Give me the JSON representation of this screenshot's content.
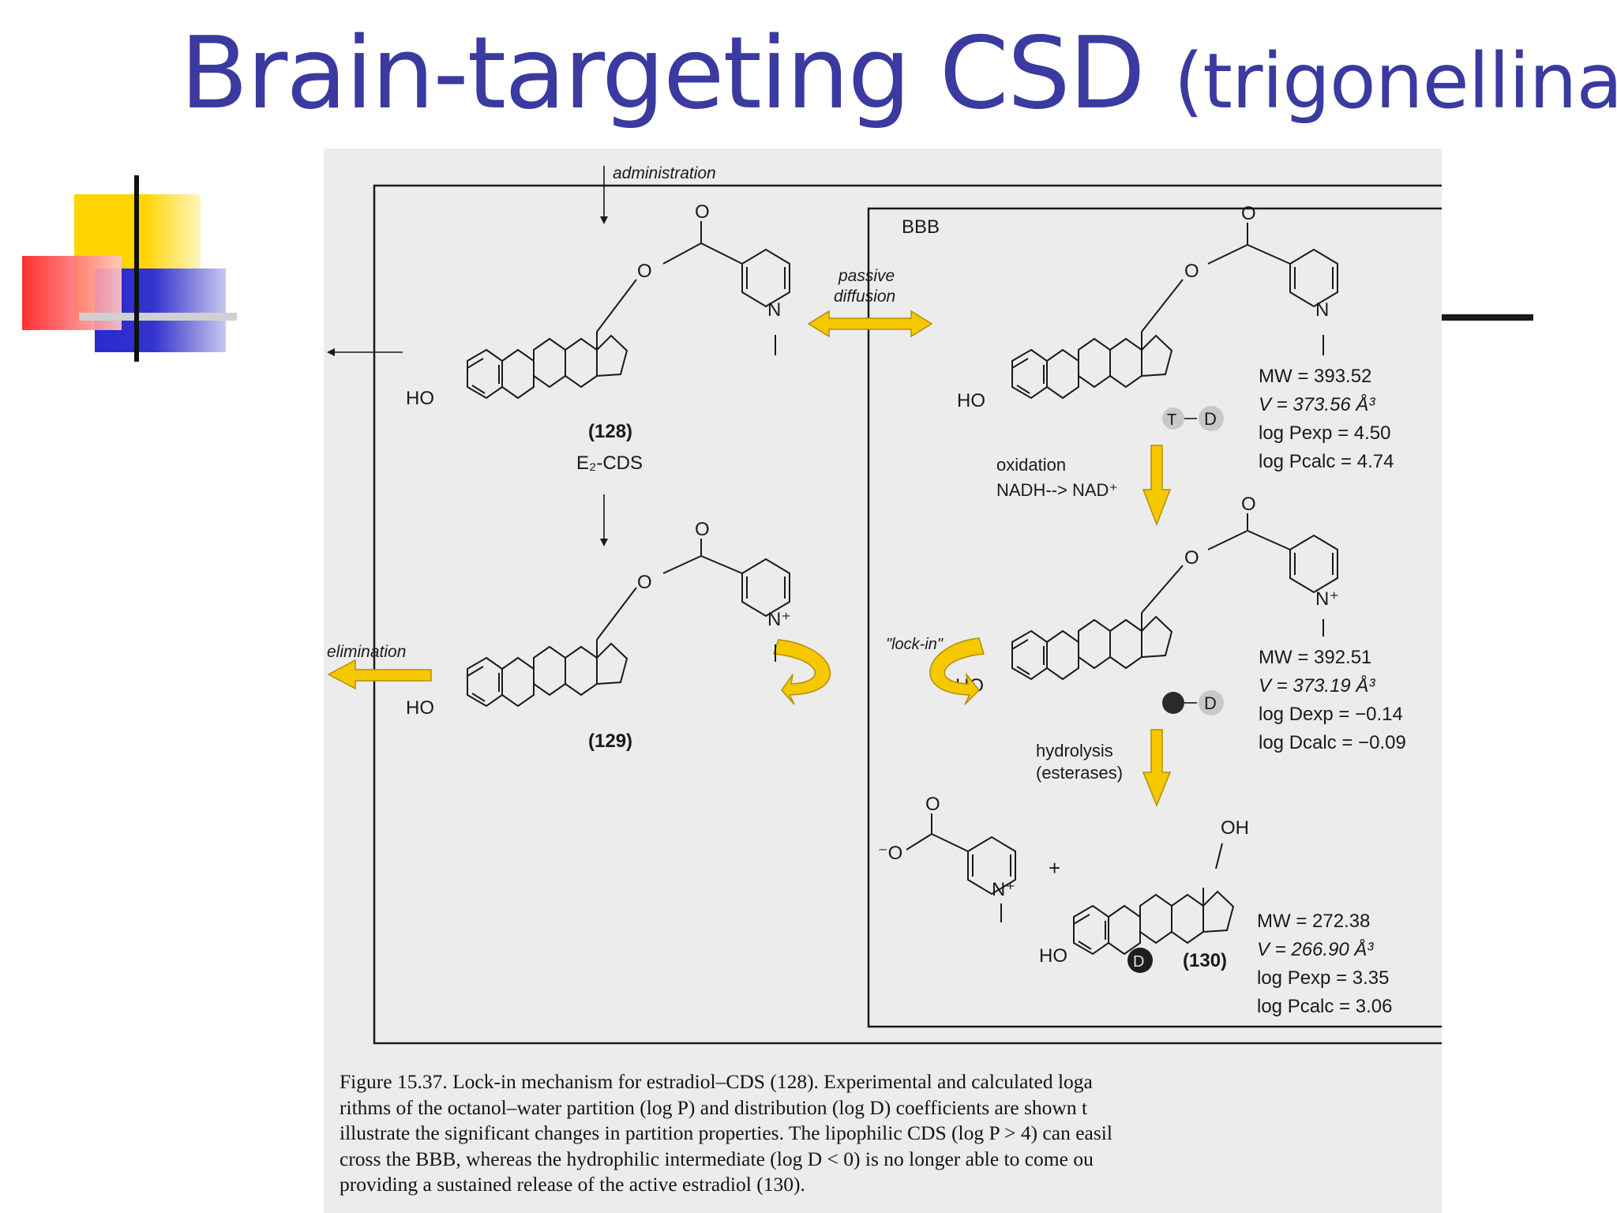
{
  "slide": {
    "title_main": "Brain-targeting CSD",
    "title_sub": "(trigonellina)"
  },
  "figure": {
    "labels": {
      "administration": "administration",
      "bbb": "BBB",
      "passive": "passive",
      "diffusion": "diffusion",
      "elimination": "elimination",
      "lockin": "\"lock-in\"",
      "oxidation": "oxidation",
      "nadh": "NADH--> NAD⁺",
      "hydrolysis": "hydrolysis",
      "esterases": "(esterases)",
      "plus": "+",
      "ho": "HO",
      "oh": "OH",
      "o": "O",
      "n": "N",
      "nplus": "N⁺",
      "ominus": "⁻O",
      "t_badge": "T",
      "d_badge": "D"
    },
    "compounds": {
      "c128_id": "(128)",
      "c128_name": "E₂-CDS",
      "c129_id": "(129)",
      "c130_id": "(130)"
    },
    "props_128": {
      "mw": "MW = 393.52",
      "v": "V = 373.56 Å³",
      "logp_exp": "log Pexp = 4.50",
      "logp_calc": "log Pcalc = 4.74"
    },
    "props_129": {
      "mw": "MW = 392.51",
      "v": "V = 373.19 Å³",
      "logd_exp": "log Dexp = −0.14",
      "logd_calc": "log Dcalc = −0.09"
    },
    "props_130": {
      "mw": "MW = 272.38",
      "v": "V = 266.90 Å³",
      "logp_exp": "log Pexp = 3.35",
      "logp_calc": "log Pcalc = 3.06"
    },
    "caption": {
      "line1": "Figure 15.37. Lock-in mechanism for estradiol–CDS (128). Experimental and calculated loga",
      "line2": "rithms of the octanol–water partition (log P) and distribution (log D) coefficients are shown t",
      "line3": "illustrate the significant changes in partition properties. The lipophilic CDS (log P > 4) can easil",
      "line4": "cross the BBB, whereas the hydrophilic intermediate (log D < 0) is no longer able to come ou",
      "line5": "providing a sustained release of the active estradiol (130)."
    }
  },
  "colors": {
    "title": "#3a3aa0",
    "arrow_fill": "#f5c800",
    "arrow_stroke": "#b38f00",
    "deco_yellow": "#ffd400",
    "deco_red": "#ff2020",
    "deco_blue": "#3333cc"
  }
}
